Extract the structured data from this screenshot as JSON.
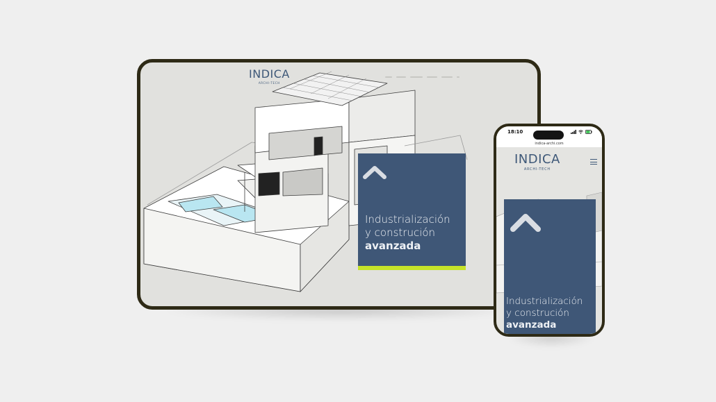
{
  "brand": {
    "name": "INDICA",
    "tagline": "ARCHI-TECH",
    "primary_color": "#3f5777",
    "accent_color": "#c6e329"
  },
  "hero": {
    "headline_line1": "Industrialización",
    "headline_line2": "y construción",
    "headline_bold": "avanzada",
    "icon": "chevron-up-icon"
  },
  "phone": {
    "status_time": "18:10",
    "url": "indica-archi.com",
    "menu_icon": "hamburger-menu-icon"
  }
}
